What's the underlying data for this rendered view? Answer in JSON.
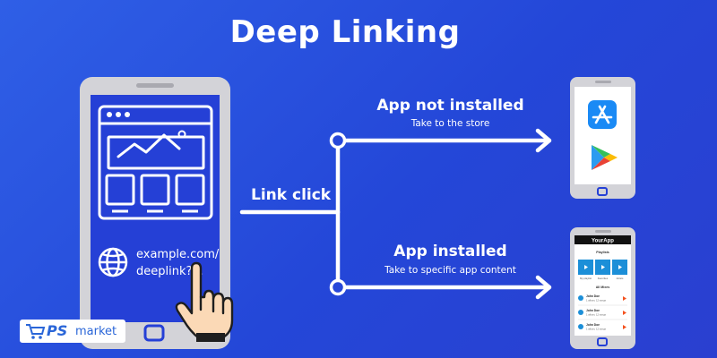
{
  "title": "Deep Linking",
  "link_click_label": "Link click",
  "branch_not_installed": {
    "label": "App not installed",
    "sublabel": "Take to the store",
    "targets": [
      "app-store-icon",
      "google-play-icon"
    ]
  },
  "branch_installed": {
    "label": "App installed",
    "sublabel": "Take to specific app content"
  },
  "source_phone": {
    "url_line1": "example.com/",
    "url_line2": "deeplink?..."
  },
  "app_screen": {
    "header": "YourApp",
    "section1": "Playlists",
    "tiles": [
      "My playlist",
      "Favorites",
      "Artists"
    ],
    "section2": "All Mixes",
    "items": [
      {
        "title": "John Doe",
        "meta": "1 album, 12 songs"
      },
      {
        "title": "John Doe",
        "meta": "1 album, 12 songs"
      },
      {
        "title": "John Doe",
        "meta": "1 album, 12 songs"
      }
    ]
  },
  "logo": {
    "brand": "PS",
    "word": "market"
  },
  "colors": {
    "background": "#2a4fe0",
    "line": "#ffffff",
    "phone_frame": "#c9c9cf",
    "app_store_blue": "#1a8af5",
    "app_header": "#111111",
    "app_accent": "#f4511e",
    "tile_blue": "#1c8fd8",
    "skin": "#fbd9b6"
  }
}
